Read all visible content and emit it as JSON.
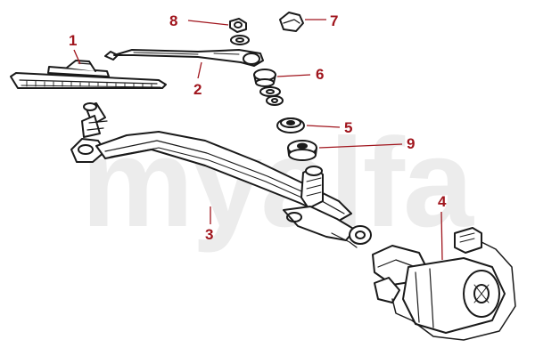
{
  "watermark": "myalfa",
  "callouts": {
    "p1": "1",
    "p2": "2",
    "p3": "3",
    "p4": "4",
    "p5": "5",
    "p6": "6",
    "p7": "7",
    "p8": "8",
    "p9": "9"
  },
  "colors": {
    "callout_text": "#a0151d",
    "leader_line": "#a0151d",
    "line_art": "#1a1a1a",
    "watermark": "#ececec"
  }
}
